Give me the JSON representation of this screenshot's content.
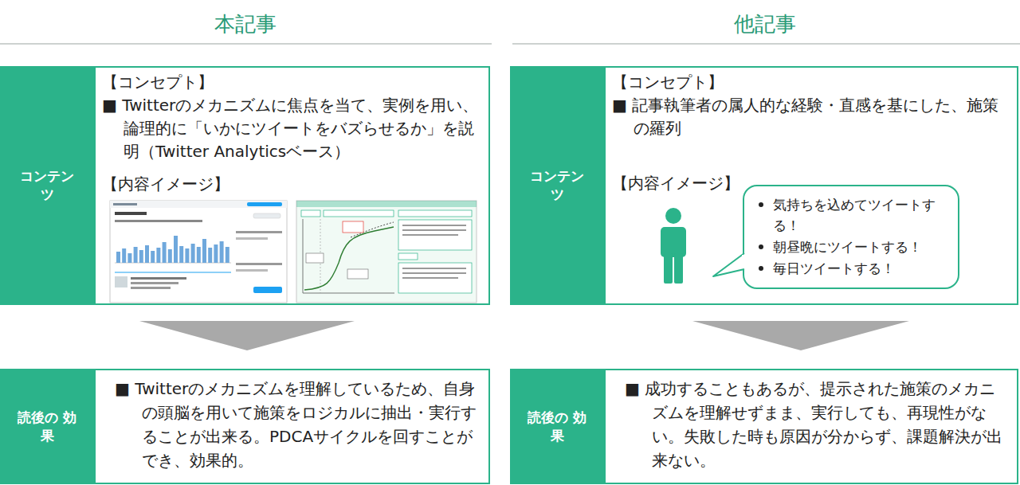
{
  "diagram": {
    "nodes": [
      {
        "text": [
          "コンテンツ"
        ]
      },
      {
        "text": [
          "【コンセプト】",
          "■ Twitterのメカニズムに焦点を当て、実例を用い、論理的に「いかにツイートをバズらせるか」を説明（Twitter Analyticsベース）",
          "【内容イメージ】"
        ]
      },
      {
        "text": [
          "読後の 効果"
        ]
      },
      {
        "text": [
          "■ Twitterのメカニズムを理解しているため、自身の頭脳を用いて施策をロジカルに抽出・実行することが出来る。PDCAサイクルを回すことができ、効果的。"
        ]
      },
      {
        "text": [
          "コンテンツ"
        ]
      },
      {
        "text": [
          "【コンセプト】",
          "■ 記事執筆者の属人的な経験・直感を基にした、施策の羅列",
          "【内容イメージ】"
        ]
      },
      {
        "text": [
          "気持ちを込めてツイートする！",
          "朝昼晩にツイートする！",
          "毎日ツイートする！"
        ],
        "in": 5
      },
      {
        "text": [
          "読後の 効果"
        ]
      },
      {
        "text": [
          "■ 成功することもあるが、提示された施策のメカニズムを理解せずまま、実行しても、再現性がない。失敗した時も原因が分からず、課題解決が出来ない。"
        ]
      }
    ],
    "edges": [
      {
        "from": 1,
        "to": 3,
        "arrow": "to"
      },
      {
        "from": 5,
        "to": 8,
        "arrow": "to"
      }
    ],
    "labels": [
      "本記事",
      "他記事"
    ]
  }
}
